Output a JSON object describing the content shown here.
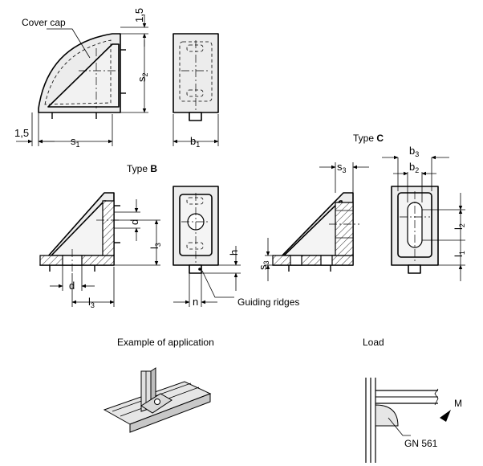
{
  "labels": {
    "cover_cap": "Cover cap",
    "type_b_prefix": "Type ",
    "type_b_letter": "B",
    "type_c_prefix": "Type ",
    "type_c_letter": "C",
    "guiding_ridges": "Guiding ridges",
    "example_of_application": "Example of application",
    "load": "Load",
    "gn_561": "GN 561",
    "moment": "M"
  },
  "dimensions": {
    "top_gap": "1,5",
    "side_gap": "1,5",
    "s": "s",
    "b": "b",
    "d": "d",
    "l": "l",
    "h": "h",
    "n": "n",
    "sub_1": "1",
    "sub_2": "2",
    "sub_3": "3"
  }
}
